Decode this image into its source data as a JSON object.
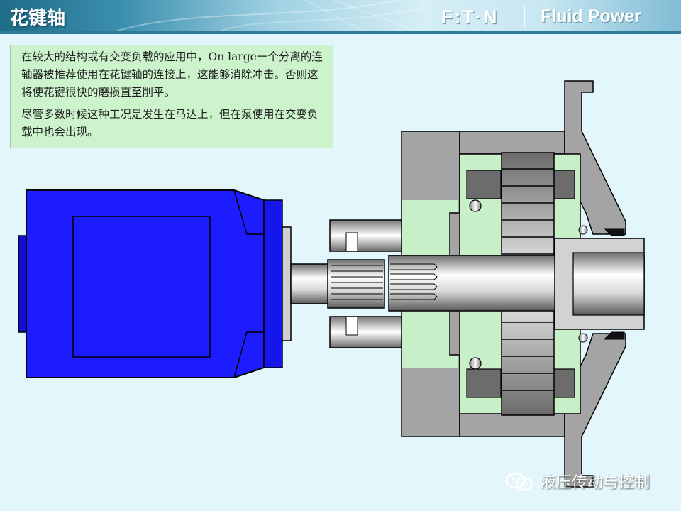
{
  "header": {
    "title": "花键轴",
    "brand": "F:T·N",
    "product": "Fluid Power"
  },
  "note": {
    "paragraph1": "在较大的结构或有交变负载的应用中，On large一个分离的连轴器被推荐使用在花键轴的连接上，这能够消除冲击。否则这将使花键很快的磨损直至削平。",
    "paragraph2": "尽管多数时候这种工况是发生在马达上，但在泵使用在交变负载中也会出现。"
  },
  "watermark": {
    "text": "液压传动与控制",
    "icon": "wechat-icon"
  },
  "colors": {
    "motor_blue": "#1c1cff",
    "housing_gray": "#a0a0a0",
    "seal_green": "#c6f0c6",
    "background": "#E3F6FB"
  }
}
